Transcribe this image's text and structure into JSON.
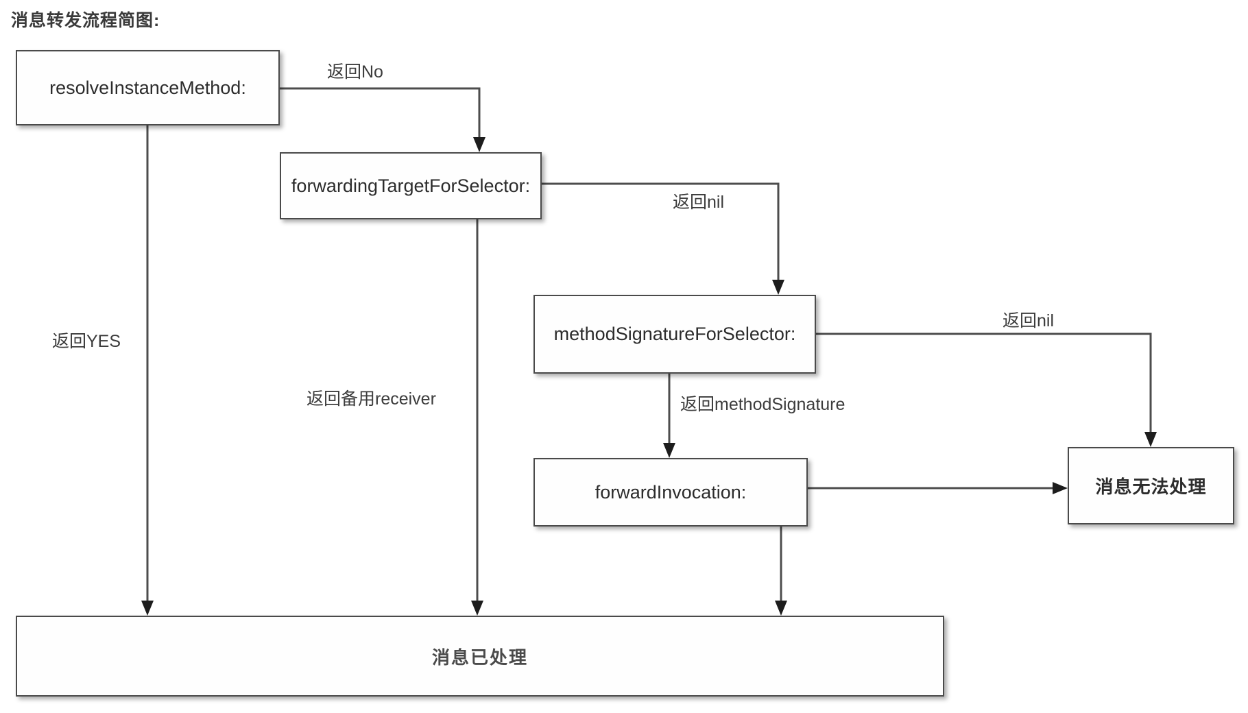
{
  "diagram": {
    "title": "消息转发流程简图:",
    "type": "flowchart",
    "nodes": [
      {
        "id": "resolveInstanceMethod",
        "label": "resolveInstanceMethod:"
      },
      {
        "id": "forwardingTargetForSelector",
        "label": "forwardingTargetForSelector:"
      },
      {
        "id": "methodSignatureForSelector",
        "label": "methodSignatureForSelector:"
      },
      {
        "id": "forwardInvocation",
        "label": "forwardInvocation:"
      },
      {
        "id": "messageUnhandled",
        "label": "消息无法处理"
      },
      {
        "id": "messageHandled",
        "label": "消息已处理"
      }
    ],
    "edges": [
      {
        "from": "resolveInstanceMethod",
        "to": "forwardingTargetForSelector",
        "label": "返回No"
      },
      {
        "from": "resolveInstanceMethod",
        "to": "messageHandled",
        "label": "返回YES"
      },
      {
        "from": "forwardingTargetForSelector",
        "to": "methodSignatureForSelector",
        "label": "返回nil"
      },
      {
        "from": "forwardingTargetForSelector",
        "to": "messageHandled",
        "label": "返回备用receiver"
      },
      {
        "from": "methodSignatureForSelector",
        "to": "messageUnhandled",
        "label": "返回nil"
      },
      {
        "from": "methodSignatureForSelector",
        "to": "forwardInvocation",
        "label": "返回methodSignature"
      },
      {
        "from": "forwardInvocation",
        "to": "messageUnhandled",
        "label": ""
      },
      {
        "from": "forwardInvocation",
        "to": "messageHandled",
        "label": ""
      }
    ],
    "labels": {
      "return_no": "返回No",
      "return_yes": "返回YES",
      "return_nil_1": "返回nil",
      "return_nil_2": "返回nil",
      "return_backup_receiver": "返回备用receiver",
      "return_method_signature": "返回methodSignature"
    },
    "colors": {
      "background": "#ffffff",
      "node_fill": "#fefefe",
      "node_border": "#4a4a4a",
      "wire": "#4d4d4d",
      "text": "#2c2c2c"
    }
  }
}
